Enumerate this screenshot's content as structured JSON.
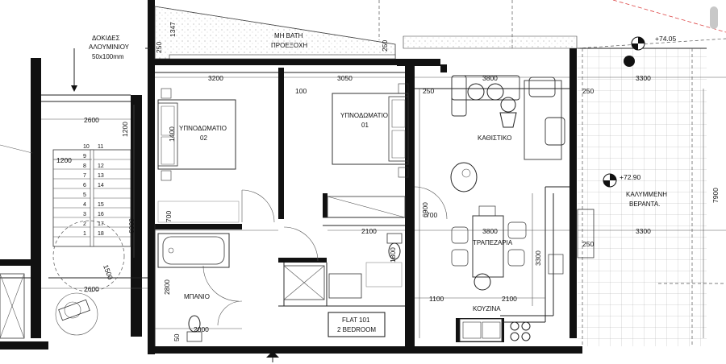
{
  "labels": {
    "beams_line1": "ΔΟΚΙΔΕΣ",
    "beams_line2": "ΑΛΟΥΜΙΝΙΟΥ",
    "beams_line3": "50x100mm",
    "no_access_line1": "ΜΗ ΒΑΤΗ",
    "no_access_line2": "ΠΡΟΕΞΟΧΗ",
    "bedroom2_line1": "ΥΠΝΟΔΩΜΑΤΙΟ",
    "bedroom2_line2": "02",
    "bedroom1_line1": "ΥΠΝΟΔΩΜΑΤΙΟ",
    "bedroom1_line2": "01",
    "living": "ΚΑΘΙΣΤΙΚΟ",
    "dining": "ΤΡΑΠΕΖΑΡΙΑ",
    "kitchen": "ΚΟΥΖΙΝΑ",
    "bathroom": "ΜΠΑΝΙΟ",
    "veranda_line1": "ΚΑΛΥΜΜΕΝΗ",
    "veranda_line2": "ΒΕΡΑΝΤΑ.",
    "flat_line1": "FLAT 101",
    "flat_line2": "2 BEDROOM",
    "level_top": "+74.05",
    "level_veranda": "+72.90"
  },
  "dimensions": {
    "d1347": "1347",
    "d250_top_left": "250",
    "d250_top_mid": "250",
    "d3200": "3200",
    "d3050": "3050",
    "d100": "100",
    "d250_b1": "250",
    "d3800_living": "3800",
    "d3300_top": "3300",
    "d250_living": "250",
    "d2600_stair": "2600",
    "d1200_stair_v": "1200",
    "d1200_stair_h": "1200",
    "d1400": "1400",
    "d6900": "6900",
    "d7900": "7900",
    "d700_a": "700",
    "d700_b": "700",
    "d2100_mid": "2100",
    "d3800_dining": "3800",
    "d3300_mid": "3300",
    "d250_mid": "250",
    "d6000": "6000",
    "d3300_kitchen_v": "3300",
    "d1500": "1500",
    "d1800": "1800",
    "d2600_bottom": "2600",
    "d2800": "2800",
    "d1100": "1100",
    "d2100_kitchen": "2100",
    "d2000": "2000",
    "d50": "50"
  },
  "stairs": {
    "steps_left": [
      "10",
      "9",
      "8",
      "7",
      "6",
      "5",
      "4",
      "3",
      "2",
      "1"
    ],
    "steps_right": [
      "11",
      "12",
      "13",
      "14",
      "15",
      "16",
      "17",
      "18"
    ]
  }
}
